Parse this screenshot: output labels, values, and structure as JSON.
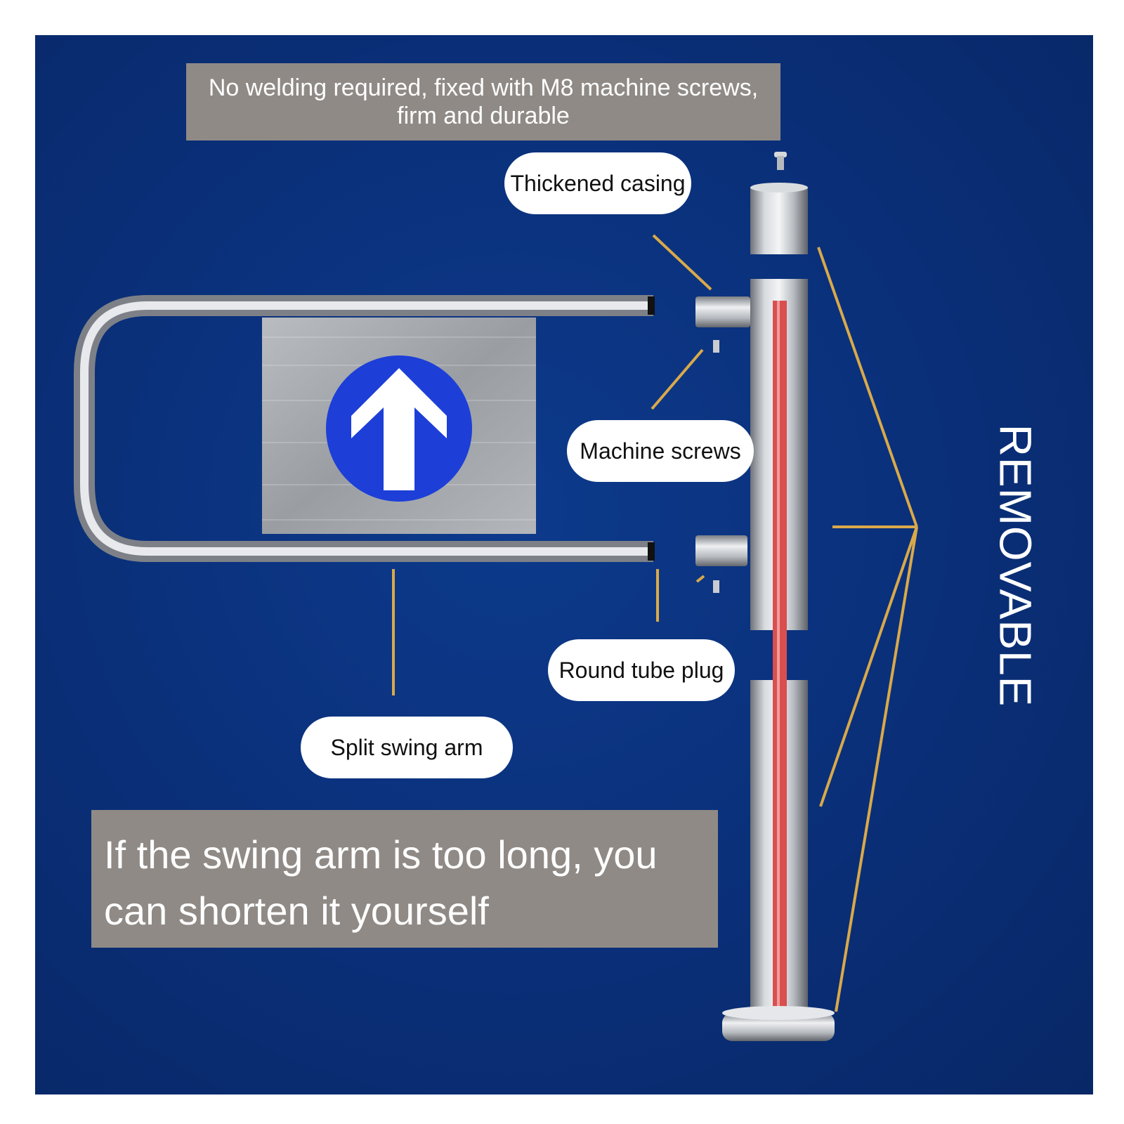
{
  "banners": {
    "top": "No welding required, fixed with M8 machine screws, firm and durable",
    "bottom": "If the swing arm is too long, you can shorten it yourself"
  },
  "callouts": {
    "thickened_casing": "Thickened casing",
    "machine_screws": "Machine screws",
    "round_tube_plug": "Round tube plug",
    "split_swing_arm": "Split swing arm"
  },
  "side_label": "REMOVABLE",
  "icons": {
    "direction": "up-arrow-icon"
  },
  "colors": {
    "background": "#0a2f78",
    "banner": "#8f8a86",
    "callout_line": "#d9a94a",
    "arrow_circle": "#1d3fd8",
    "cable": "#d94f4f"
  }
}
